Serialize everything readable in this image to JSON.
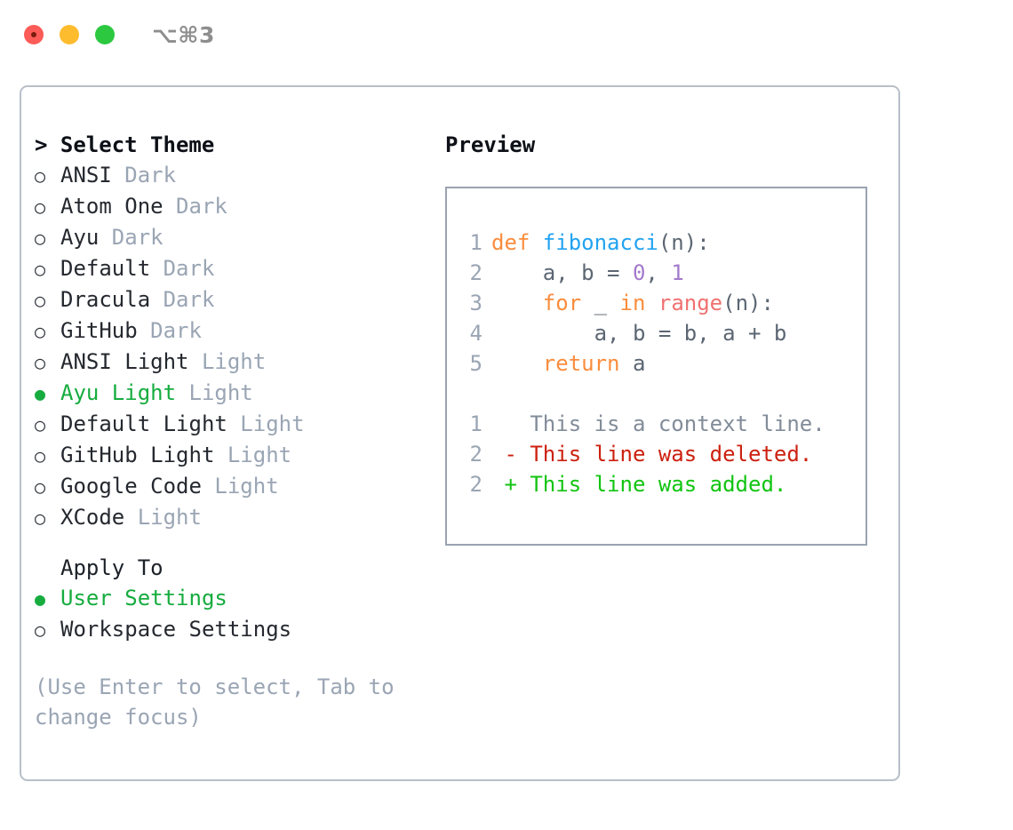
{
  "window": {
    "traffic_lights": [
      "close-red",
      "minimize-yellow",
      "maximize-green"
    ],
    "shortcut": "⌥⌘3",
    "colors": {
      "accent_green": "#16ac3f",
      "panel_border": "#b8bfc9",
      "preview_border": "#9aa3b0",
      "muted": "#9aa5b4",
      "diff_add": "#12c412",
      "diff_del": "#cc2110"
    }
  },
  "theme_picker": {
    "heading": "Select Theme",
    "caret": ">",
    "bullet_unselected": "○",
    "bullet_selected": "●",
    "options": [
      {
        "label": "ANSI",
        "tag": "Dark",
        "selected": false
      },
      {
        "label": "Atom One",
        "tag": "Dark",
        "selected": false
      },
      {
        "label": "Ayu",
        "tag": "Dark",
        "selected": false
      },
      {
        "label": "Default",
        "tag": "Dark",
        "selected": false
      },
      {
        "label": "Dracula",
        "tag": "Dark",
        "selected": false
      },
      {
        "label": "GitHub",
        "tag": "Dark",
        "selected": false
      },
      {
        "label": "ANSI Light",
        "tag": "Light",
        "selected": false
      },
      {
        "label": "Ayu Light",
        "tag": "Light",
        "selected": true
      },
      {
        "label": "Default Light",
        "tag": "Light",
        "selected": false
      },
      {
        "label": "GitHub Light",
        "tag": "Light",
        "selected": false
      },
      {
        "label": "Google Code",
        "tag": "Light",
        "selected": false
      },
      {
        "label": "XCode",
        "tag": "Light",
        "selected": false
      }
    ]
  },
  "apply_to": {
    "heading": "Apply To",
    "options": [
      {
        "label": "User Settings",
        "selected": true
      },
      {
        "label": "Workspace Settings",
        "selected": false
      }
    ]
  },
  "hint": "(Use Enter to select, Tab to change focus)",
  "preview": {
    "title": "Preview",
    "code_lines": [
      {
        "n": "1",
        "tokens": [
          {
            "t": "def ",
            "c": "kw"
          },
          {
            "t": "fibonacci",
            "c": "fn"
          },
          {
            "t": "(n):",
            "c": "pl"
          }
        ]
      },
      {
        "n": "2",
        "tokens": [
          {
            "t": "    a, b = ",
            "c": "pl"
          },
          {
            "t": "0",
            "c": "num"
          },
          {
            "t": ", ",
            "c": "pl"
          },
          {
            "t": "1",
            "c": "num"
          }
        ]
      },
      {
        "n": "3",
        "tokens": [
          {
            "t": "    ",
            "c": "pl"
          },
          {
            "t": "for",
            "c": "kw"
          },
          {
            "t": " _ ",
            "c": "pl"
          },
          {
            "t": "in",
            "c": "kw"
          },
          {
            "t": " ",
            "c": "pl"
          },
          {
            "t": "range",
            "c": "bi"
          },
          {
            "t": "(n):",
            "c": "pl"
          }
        ]
      },
      {
        "n": "4",
        "tokens": [
          {
            "t": "        a, b = b, a + b",
            "c": "pl"
          }
        ]
      },
      {
        "n": "5",
        "tokens": [
          {
            "t": "    ",
            "c": "pl"
          },
          {
            "t": "return",
            "c": "kw"
          },
          {
            "t": " a",
            "c": "pl"
          }
        ]
      }
    ],
    "diff_lines": [
      {
        "n": "1",
        "marker": " ",
        "text": "This is a context line.",
        "kind": "ctx"
      },
      {
        "n": "2",
        "marker": "-",
        "text": "This line was deleted.",
        "kind": "del"
      },
      {
        "n": "2",
        "marker": "+",
        "text": "This line was added.",
        "kind": "add"
      }
    ]
  }
}
